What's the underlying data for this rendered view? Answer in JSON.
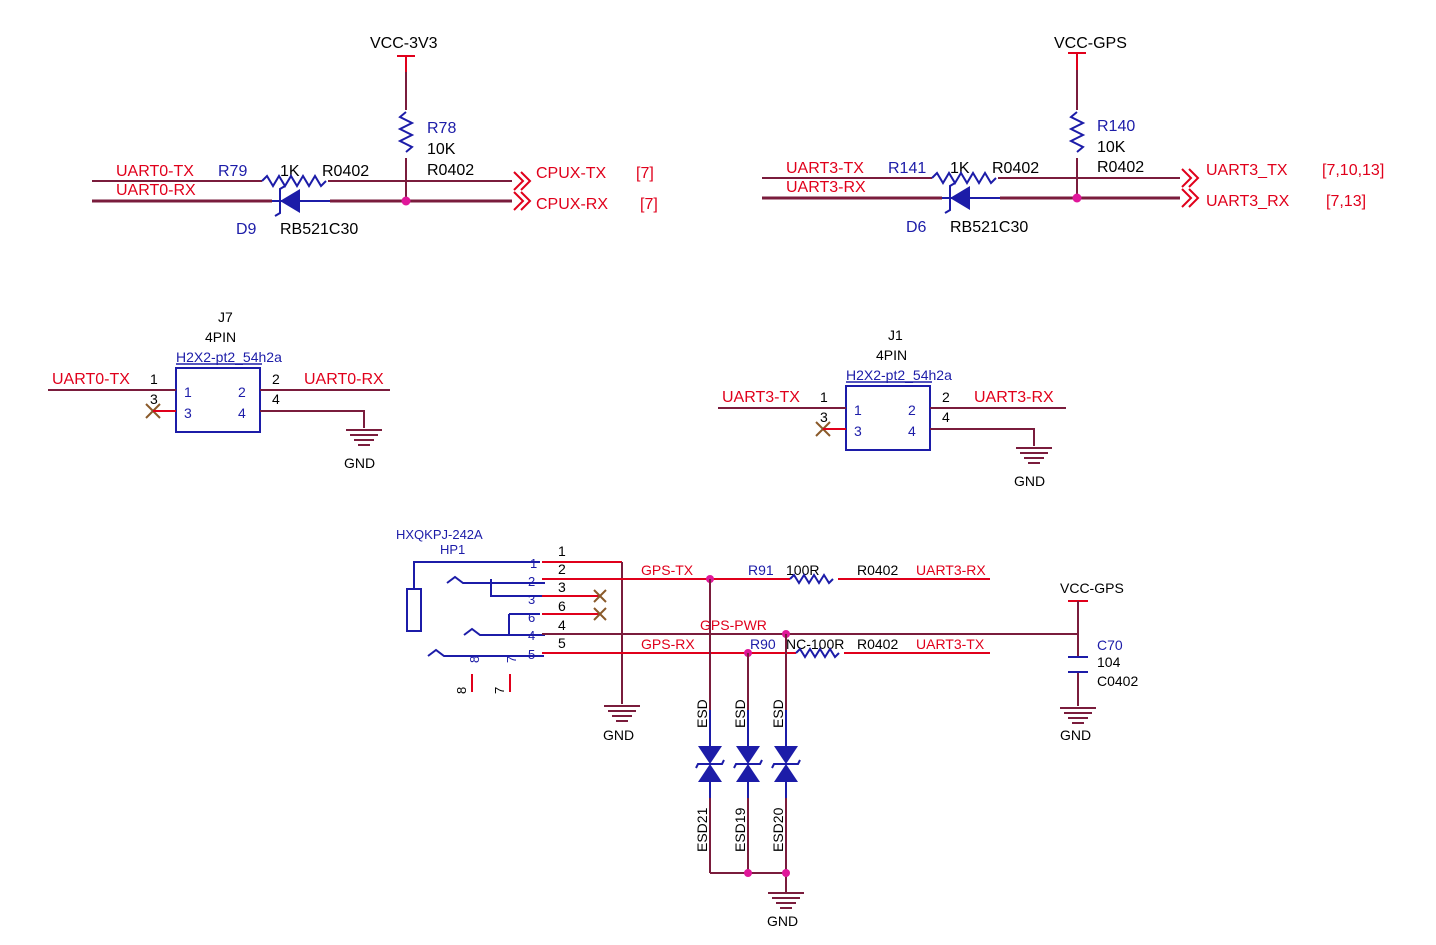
{
  "uart0_circuit": {
    "power_label": "VCC-3V3",
    "net_tx": "UART0-TX",
    "net_rx": "UART0-RX",
    "resistor_ref": "R79",
    "resistor_value": "1K",
    "resistor_footprint": "R0402",
    "pullup_ref": "R78",
    "pullup_value": "10K",
    "pullup_footprint": "R0402",
    "diode_ref": "D9",
    "diode_part": "RB521C30",
    "out_tx": "CPUX-TX",
    "out_tx_pages": "[7]",
    "out_rx": "CPUX-RX",
    "out_rx_pages": "[7]"
  },
  "uart3_circuit": {
    "power_label": "VCC-GPS",
    "net_tx": "UART3-TX",
    "net_rx": "UART3-RX",
    "resistor_ref": "R141",
    "resistor_value": "1K",
    "resistor_footprint": "R0402",
    "pullup_ref": "R140",
    "pullup_value": "10K",
    "pullup_footprint": "R0402",
    "diode_ref": "D6",
    "diode_part": "RB521C30",
    "out_tx": "UART3_TX",
    "out_tx_pages": "[7,10,13]",
    "out_rx": "UART3_RX",
    "out_rx_pages": "[7,13]"
  },
  "connector_j7": {
    "ref": "J7",
    "value": "4PIN",
    "footprint": "H2X2-pt2_54h2a",
    "net_left": "UART0-TX",
    "net_right": "UART0-RX",
    "pins": [
      "1",
      "2",
      "3",
      "4"
    ],
    "gnd_label": "GND"
  },
  "connector_j1": {
    "ref": "J1",
    "value": "4PIN",
    "footprint": "H2X2-pt2_54h2a",
    "net_left": "UART3-TX",
    "net_right": "UART3-RX",
    "pins": [
      "1",
      "2",
      "3",
      "4"
    ],
    "gnd_label": "GND"
  },
  "headphone_jack": {
    "part": "HXQKPJ-242A",
    "ref": "HP1",
    "pins": [
      "1",
      "2",
      "3",
      "6",
      "4",
      "5"
    ],
    "inner_pins": [
      "1",
      "2",
      "3",
      "6",
      "4",
      "5"
    ],
    "bottom_pins": [
      "8",
      "7",
      "8",
      "7"
    ],
    "gnd_label": "GND"
  },
  "gps_interface": {
    "net_gps_tx": "GPS-TX",
    "net_gps_rx": "GPS-RX",
    "net_gps_pwr": "GPS-PWR",
    "r91_ref": "R91",
    "r91_value": "100R",
    "r91_footprint": "R0402",
    "r91_net": "UART3-RX",
    "r90_ref": "R90",
    "r90_value": "NC-100R",
    "r90_footprint": "R0402",
    "r90_net": "UART3-TX",
    "cap_power": "VCC-GPS",
    "cap_ref": "C70",
    "cap_value": "104",
    "cap_footprint": "C0402",
    "cap_gnd": "GND",
    "esd_value": "ESD",
    "esd_refs": [
      "ESD21",
      "ESD19",
      "ESD20"
    ],
    "esd_gnd": "GND"
  },
  "colors": {
    "wire_red": "#e0001b",
    "bus_maroon": "#7a1c3c",
    "symbol_blue": "#1c1ca8",
    "junction": "#e0179a"
  }
}
